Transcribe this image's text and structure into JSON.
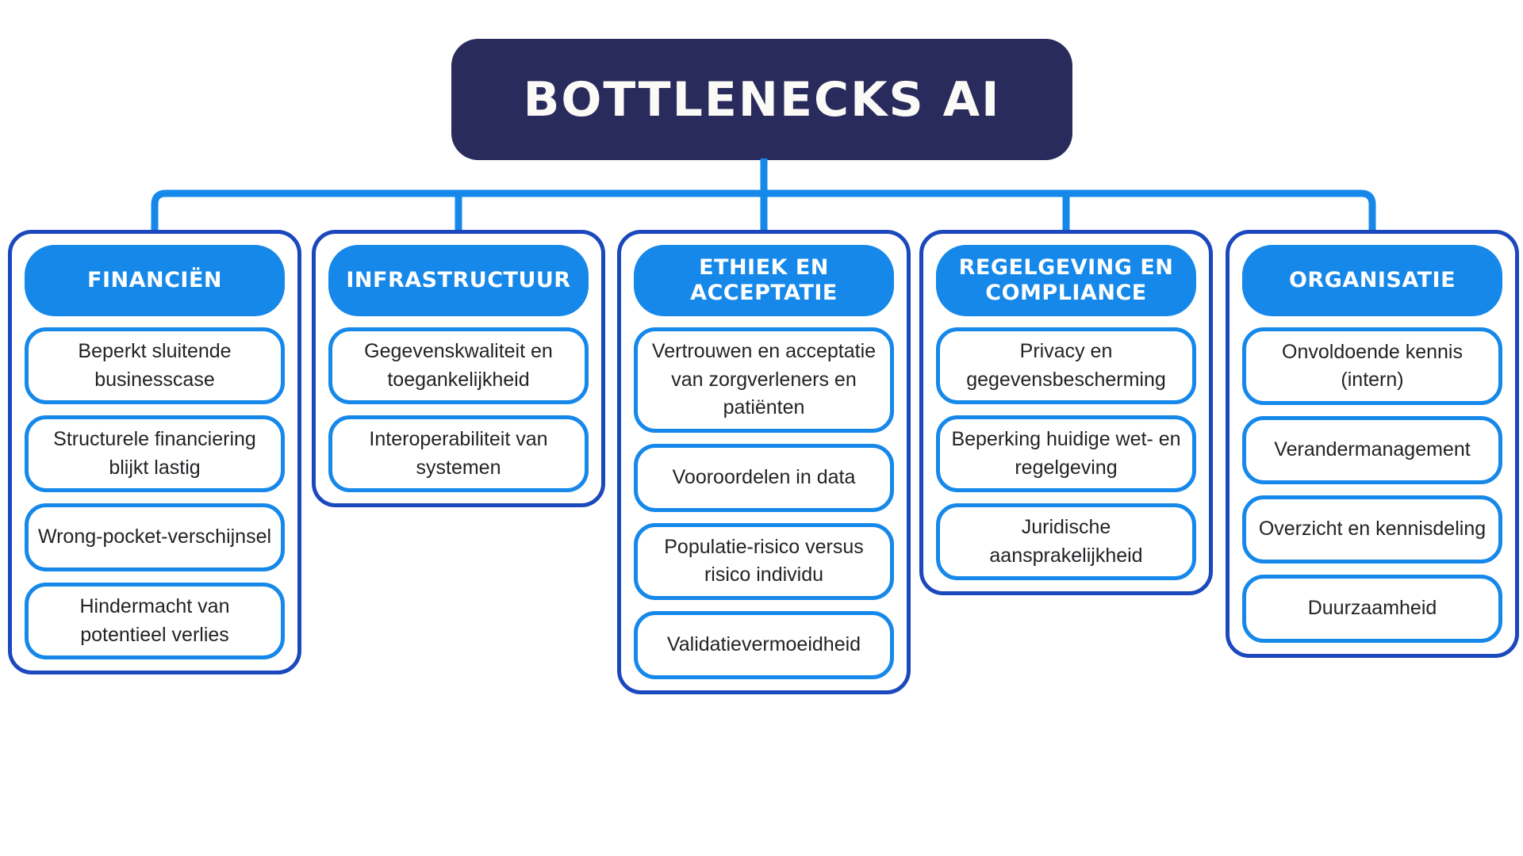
{
  "title": "BOTTLENECKS AI",
  "colors": {
    "accent_blue": "#1688E9",
    "column_border_blue": "#1C48BE",
    "title_navy": "#292B5C"
  },
  "columns": [
    {
      "header": "FINANCIËN",
      "items": [
        "Beperkt sluitende businesscase",
        "Structurele financiering blijkt lastig",
        "Wrong-pocket-verschijnsel",
        "Hindermacht van potentieel verlies"
      ]
    },
    {
      "header": "INFRASTRUCTUUR",
      "items": [
        "Gegevenskwaliteit en toegankelijkheid",
        "Interoperabiliteit van systemen"
      ]
    },
    {
      "header": "ETHIEK EN ACCEPTATIE",
      "items": [
        "Vertrouwen en acceptatie van zorgverleners en patiënten",
        "Vooroordelen in data",
        "Populatie-risico versus risico individu",
        "Validatievermoeidheid"
      ]
    },
    {
      "header": "REGELGEVING EN COMPLIANCE",
      "items": [
        "Privacy en gegevensbescherming",
        "Beperking huidige wet- en regelgeving",
        "Juridische aansprakelijkheid"
      ]
    },
    {
      "header": "ORGANISATIE",
      "items": [
        "Onvoldoende kennis (intern)",
        "Verandermanagement",
        "Overzicht en kennisdeling",
        "Duurzaamheid"
      ]
    }
  ]
}
